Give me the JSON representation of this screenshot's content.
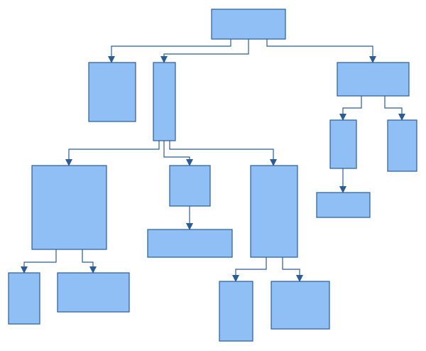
{
  "diagram": {
    "colors": {
      "node_fill": "#8fbff5",
      "node_stroke": "#2b5d94",
      "edge_stroke": "#2b5d94",
      "arrow_fill": "#2b5d94",
      "background": "#ffffff"
    },
    "nodes": [
      {
        "id": "root",
        "label": ""
      },
      {
        "id": "child-a",
        "label": ""
      },
      {
        "id": "child-b",
        "label": ""
      },
      {
        "id": "child-c",
        "label": ""
      },
      {
        "id": "b-left",
        "label": ""
      },
      {
        "id": "b-middle",
        "label": ""
      },
      {
        "id": "b-right",
        "label": ""
      },
      {
        "id": "b-left-1",
        "label": ""
      },
      {
        "id": "b-left-2",
        "label": ""
      },
      {
        "id": "b-middle-1",
        "label": ""
      },
      {
        "id": "b-right-1",
        "label": ""
      },
      {
        "id": "b-right-2",
        "label": ""
      },
      {
        "id": "c-left",
        "label": ""
      },
      {
        "id": "c-right",
        "label": ""
      },
      {
        "id": "c-left-1",
        "label": ""
      }
    ],
    "edges": [
      {
        "from": "root",
        "to": "child-a"
      },
      {
        "from": "root",
        "to": "child-b"
      },
      {
        "from": "root",
        "to": "child-c"
      },
      {
        "from": "child-b",
        "to": "b-left"
      },
      {
        "from": "child-b",
        "to": "b-middle"
      },
      {
        "from": "child-b",
        "to": "b-right"
      },
      {
        "from": "b-left",
        "to": "b-left-1"
      },
      {
        "from": "b-left",
        "to": "b-left-2"
      },
      {
        "from": "b-middle",
        "to": "b-middle-1"
      },
      {
        "from": "b-right",
        "to": "b-right-1"
      },
      {
        "from": "b-right",
        "to": "b-right-2"
      },
      {
        "from": "child-c",
        "to": "c-left"
      },
      {
        "from": "child-c",
        "to": "c-right"
      },
      {
        "from": "c-left",
        "to": "c-left-1"
      }
    ]
  }
}
